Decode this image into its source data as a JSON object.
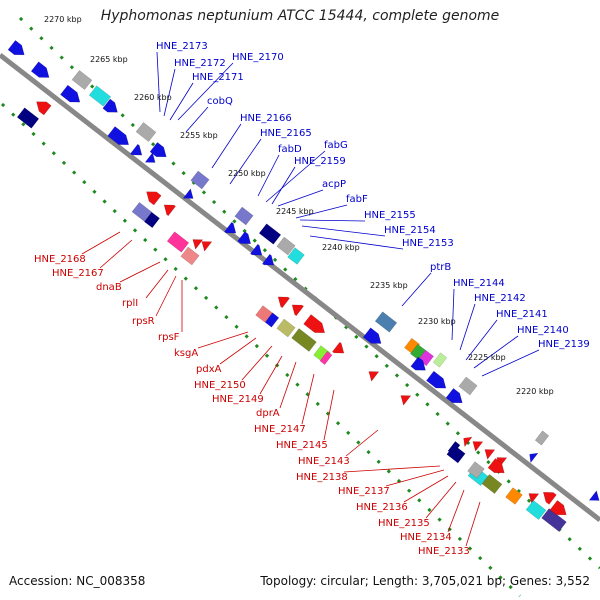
{
  "title": "Hyphomonas neptunium ATCC 15444, complete genome",
  "accession": "Accession: NC_008358",
  "summary": "Topology: circular; Length: 3,705,021 bp; Genes: 3,552",
  "colors": {
    "forward_gene": "#0000dd",
    "reverse_gene": "#ee0000",
    "backbone": "#888888",
    "tick_dots": "#1e8a1e",
    "forward_label": "#0000cc",
    "reverse_label": "#cc0000"
  },
  "scale_ticks": [
    "2270 kbp",
    "2265 kbp",
    "2260 kbp",
    "2255 kbp",
    "2250 kbp",
    "2245 kbp",
    "2240 kbp",
    "2235 kbp",
    "2230 kbp",
    "2225 kbp",
    "2220 kbp"
  ],
  "forward_labels": [
    "HNE_2173",
    "HNE_2172",
    "HNE_2171",
    "HNE_2170",
    "cobQ",
    "HNE_2166",
    "HNE_2165",
    "fabD",
    "fabG",
    "HNE_2159",
    "acpP",
    "fabF",
    "HNE_2155",
    "HNE_2154",
    "HNE_2153",
    "ptrB",
    "HNE_2144",
    "HNE_2142",
    "HNE_2141",
    "HNE_2140",
    "HNE_2139"
  ],
  "reverse_labels": [
    "HNE_2168",
    "HNE_2167",
    "dnaB",
    "rplI",
    "rpsR",
    "rpsF",
    "ksgA",
    "pdxA",
    "HNE_2150",
    "HNE_2149",
    "dprA",
    "HNE_2147",
    "HNE_2145",
    "HNE_2143",
    "HNE_2138",
    "HNE_2137",
    "HNE_2136",
    "HNE_2135",
    "HNE_2134",
    "HNE_2133"
  ]
}
